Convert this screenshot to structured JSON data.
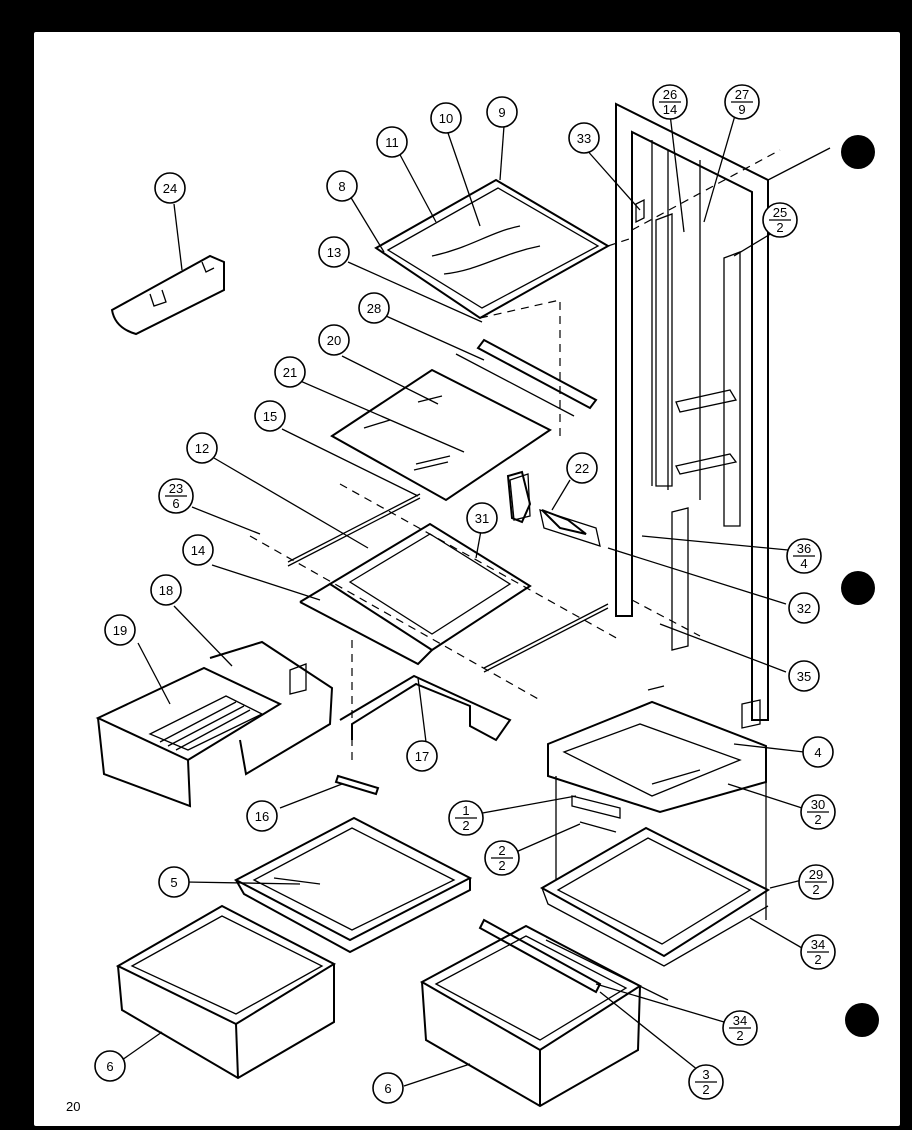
{
  "page_number": "20",
  "callouts": [
    {
      "id": "c1",
      "num": "1",
      "den": "2"
    },
    {
      "id": "c2",
      "num": "2",
      "den": "2"
    },
    {
      "id": "c3",
      "num": "3",
      "den": "2"
    },
    {
      "id": "c4",
      "num": "4"
    },
    {
      "id": "c5",
      "num": "5"
    },
    {
      "id": "c6a",
      "num": "6"
    },
    {
      "id": "c6b",
      "num": "6"
    },
    {
      "id": "c8",
      "num": "8"
    },
    {
      "id": "c9",
      "num": "9"
    },
    {
      "id": "c10",
      "num": "10"
    },
    {
      "id": "c11",
      "num": "11"
    },
    {
      "id": "c12",
      "num": "12"
    },
    {
      "id": "c13",
      "num": "13"
    },
    {
      "id": "c14",
      "num": "14"
    },
    {
      "id": "c15",
      "num": "15"
    },
    {
      "id": "c16",
      "num": "16"
    },
    {
      "id": "c17",
      "num": "17"
    },
    {
      "id": "c18",
      "num": "18"
    },
    {
      "id": "c19",
      "num": "19"
    },
    {
      "id": "c20",
      "num": "20"
    },
    {
      "id": "c21",
      "num": "21"
    },
    {
      "id": "c22",
      "num": "22"
    },
    {
      "id": "c23",
      "num": "23",
      "den": "6"
    },
    {
      "id": "c24",
      "num": "24"
    },
    {
      "id": "c25",
      "num": "25",
      "den": "2"
    },
    {
      "id": "c26",
      "num": "26",
      "den": "14"
    },
    {
      "id": "c27",
      "num": "27",
      "den": "9"
    },
    {
      "id": "c28",
      "num": "28"
    },
    {
      "id": "c29",
      "num": "29",
      "den": "2"
    },
    {
      "id": "c30",
      "num": "30",
      "den": "2"
    },
    {
      "id": "c31",
      "num": "31"
    },
    {
      "id": "c32",
      "num": "32"
    },
    {
      "id": "c33",
      "num": "33"
    },
    {
      "id": "c34a",
      "num": "34",
      "den": "2"
    },
    {
      "id": "c34b",
      "num": "34",
      "den": "2"
    },
    {
      "id": "c35",
      "num": "35"
    },
    {
      "id": "c36",
      "num": "36",
      "den": "4"
    }
  ]
}
